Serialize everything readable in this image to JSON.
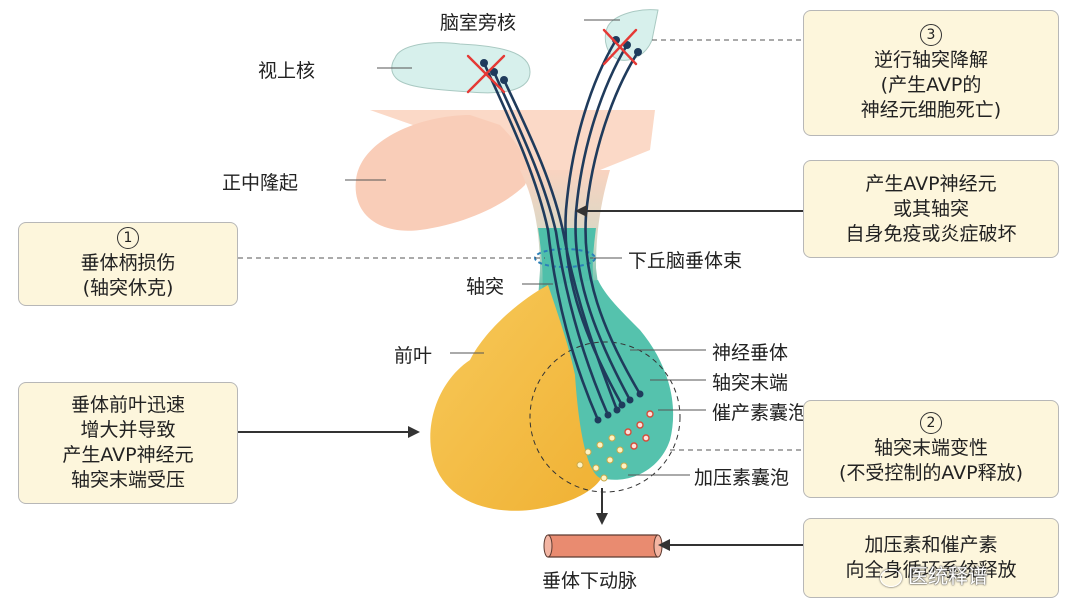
{
  "labels": {
    "pvn": "脑室旁核",
    "son": "视上核",
    "median_eminence": "正中隆起",
    "tract": "下丘脑垂体束",
    "axon": "轴突",
    "anterior_lobe": "前叶",
    "neurohypophysis": "神经垂体",
    "axon_terminal": "轴突末端",
    "oxytocin_vesicle": "催产素囊泡",
    "vasopressin_vesicle": "加压素囊泡",
    "artery": "垂体下动脉"
  },
  "boxes": {
    "box1": {
      "num": "1",
      "lines": [
        "垂体柄损伤",
        "(轴突休克)"
      ]
    },
    "box2": {
      "num": "2",
      "lines": [
        "轴突末端变性",
        "(不受控制的AVP释放)"
      ]
    },
    "box3": {
      "num": "3",
      "lines": [
        "逆行轴突降解",
        "(产生AVP的",
        "神经元细胞死亡)"
      ]
    },
    "box_autoimmune": {
      "lines": [
        "产生AVP神经元",
        "或其轴突",
        "自身免疫或炎症破坏"
      ]
    },
    "box_anterior": {
      "lines": [
        "垂体前叶迅速",
        "增大并导致",
        "产生AVP神经元",
        "轴突末端受压"
      ]
    },
    "box_hormones": {
      "lines": [
        "加压素和催产素",
        "向全身循环系统释放"
      ]
    }
  },
  "watermark": "医统释谱",
  "colors": {
    "hypothalamus": "#f9d3c0",
    "nuclei": "#d7f0ec",
    "neurohypophysis": "#4fbfaa",
    "anterior": "#f5c04a",
    "axons": "#1f3b5c",
    "box_fill": "#fdf6dc",
    "artery": "#e98b70",
    "cross": "#e53935"
  }
}
